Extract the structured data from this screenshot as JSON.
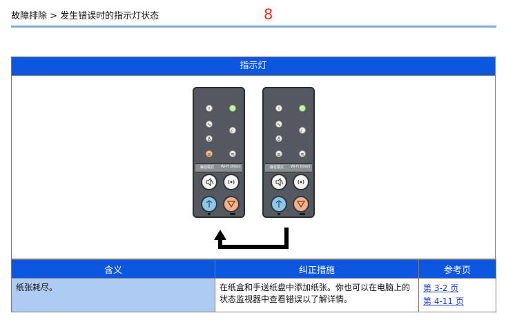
{
  "header": {
    "breadcrumb": "故障排除 > 发生错误时的指示灯状态",
    "page_number": "8"
  },
  "indicator_section": {
    "title": "指示灯",
    "panel_labels": {
      "quiet_mode": "静音模式",
      "wifi_direct": "Wi-Fi Direct"
    },
    "icons": [
      "attention-icon",
      "ready-icon",
      "paper-jam-icon",
      "sleep-icon",
      "toner-icon",
      "wifi-icon",
      "paper-empty-icon"
    ],
    "accent_colors": {
      "header_blue": "#0d56e0",
      "meaning_cell": "#aecbf4",
      "page_number_red": "#e8301c",
      "led_green": "#c8ecb0",
      "led_orange": "#f7c9a0"
    }
  },
  "table": {
    "headers": {
      "meaning": "含义",
      "action": "纠正措施",
      "reference": "参考页"
    },
    "rows": [
      {
        "meaning": "纸张耗尽。",
        "action": "在纸盒和手送纸盘中添加纸张。你也可以在电脑上的状态监视器中查看错误以了解详情。",
        "references": [
          "第 3-2 页",
          "第 4-11 页"
        ]
      }
    ]
  }
}
